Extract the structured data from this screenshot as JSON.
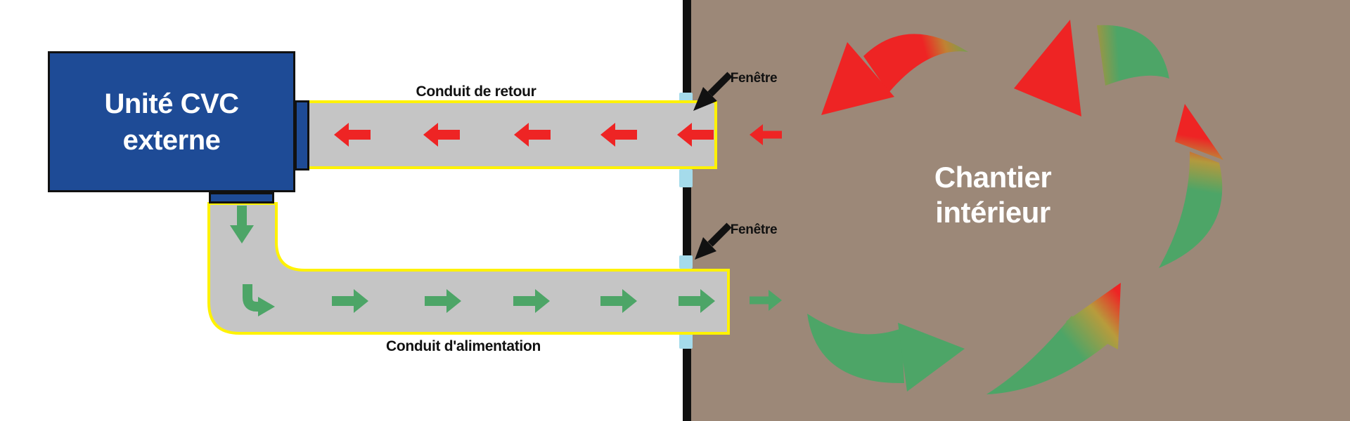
{
  "palette": {
    "unit_blue": "#1e4b96",
    "duct_gray": "#c5c5c5",
    "duct_outline_yellow": "#fff200",
    "window_cyan": "#a5dbeb",
    "wall_black": "#111111",
    "room_brown": "#9c8878",
    "return_red": "#ee2424",
    "supply_green": "#4da567",
    "pointer_black": "#111111"
  },
  "exterior_unit": {
    "label": "Unité CVC\nexterne"
  },
  "interior_room": {
    "label": "Chantier\nintérieur"
  },
  "ducts": {
    "return": {
      "label": "Conduit de retour",
      "flow_direction": "left",
      "arrow_count": 6
    },
    "supply": {
      "label": "Conduit d'alimentation",
      "flow_direction": "right",
      "arrow_count": 8
    }
  },
  "windows": {
    "labels": [
      "Fenêtre",
      "Fenêtre"
    ]
  },
  "circulation": {
    "arrow_count": 5,
    "pattern": "counterclockwise",
    "colors": [
      "#ee2424",
      "#4da567"
    ]
  }
}
